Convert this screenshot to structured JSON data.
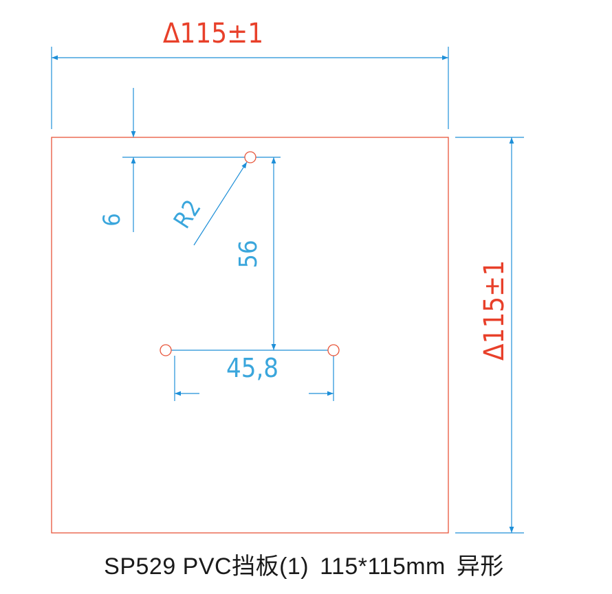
{
  "drawing": {
    "top_width_label": "Δ115±1",
    "right_height_label": "Δ115±1",
    "top_offset_label": "6",
    "radius_label": "R2",
    "vertical_spacing_label": "56",
    "horizontal_spacing_label": "45,8"
  },
  "caption": {
    "model": "SP529 PVC挡板(1)",
    "size": "115*115mm",
    "shape": "异形"
  },
  "colors": {
    "outline": "#e8553a",
    "dimension": "#1e8fd8",
    "red_text": "#e8402a",
    "dim_text": "#3aa6dc",
    "caption": "#1a1a1a"
  }
}
